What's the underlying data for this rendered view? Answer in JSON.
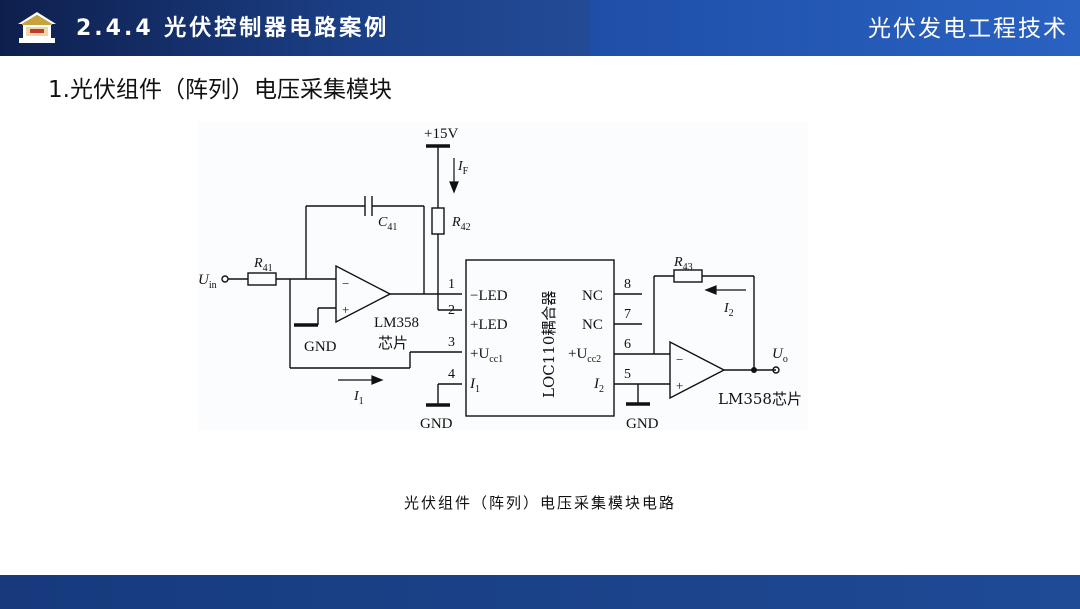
{
  "header": {
    "title": "2.4.4 光伏控制器电路案例",
    "course": "光伏发电工程技术"
  },
  "section_title": "1.光伏组件（阵列）电压采集模块",
  "caption": "光伏组件（阵列）电压采集模块电路",
  "circuit": {
    "supply": "+15V",
    "current_f": "I",
    "current_f_sub": "F",
    "r41": "R",
    "r41_sub": "41",
    "r42": "R",
    "r42_sub": "42",
    "r43": "R",
    "r43_sub": "43",
    "c41": "C",
    "c41_sub": "41",
    "uin": "U",
    "uin_sub": "in",
    "uo": "U",
    "uo_sub": "o",
    "i1": "I",
    "i1_sub": "1",
    "i2": "I",
    "i2_sub": "2",
    "gnd": "GND",
    "lm358_a": "LM358",
    "chip_a": "芯片",
    "lm358_b": "LM358芯片",
    "coupler": "LOC110耦合器",
    "pin1": "1",
    "pin2": "2",
    "pin3": "3",
    "pin4": "4",
    "pin5": "5",
    "pin6": "6",
    "pin7": "7",
    "pin8": "8",
    "pin_led_minus": "−LED",
    "pin_led_plus": "+LED",
    "pin_ucc1": "+U",
    "pin_ucc1_sub": "cc1",
    "pin_i1": "I",
    "pin_i1_sub": "1",
    "pin_nc": "NC",
    "pin_ucc2": "+U",
    "pin_ucc2_sub": "cc2",
    "pin_i2": "I",
    "pin_i2_sub": "2",
    "opamp_minus": "−",
    "opamp_plus": "+"
  },
  "colors": {
    "header_dark": "#0e1f4d",
    "header_light": "#2a62c2",
    "footer": "#1f4a96"
  }
}
